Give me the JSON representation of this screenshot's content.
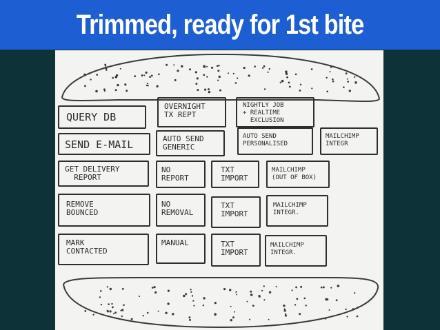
{
  "slide": {
    "title": "Trimmed, ready for 1st bite"
  },
  "sketch": {
    "rows": [
      {
        "step": "QUERY DB",
        "options": [
          "OVERNIGHT\nTX REPT",
          "NIGHTLY JOB\n+ REALTIME\n  EXCLUSION"
        ]
      },
      {
        "step": "SEND E-MAIL",
        "options": [
          "AUTO SEND\nGENERIC",
          "AUTO SEND\nPERSONALISED",
          "MAILCHIMP\nINTEGR"
        ]
      },
      {
        "step": "GET DELIVERY\n  REPORT",
        "options": [
          "NO\nREPORT",
          "TXT\nIMPORT",
          "MAILCHIMP\n(OUT OF BOX)"
        ]
      },
      {
        "step": "REMOVE\nBOUNCED",
        "options": [
          "NO\nREMOVAL",
          "TXT\nIMPORT",
          "MAILCHIMP\nINTEGR."
        ]
      },
      {
        "step": "MARK\nCONTACTED",
        "options": [
          "MANUAL",
          "TXT\nIMPORT",
          "MAILCHIMP\nINTEGR."
        ]
      }
    ]
  }
}
